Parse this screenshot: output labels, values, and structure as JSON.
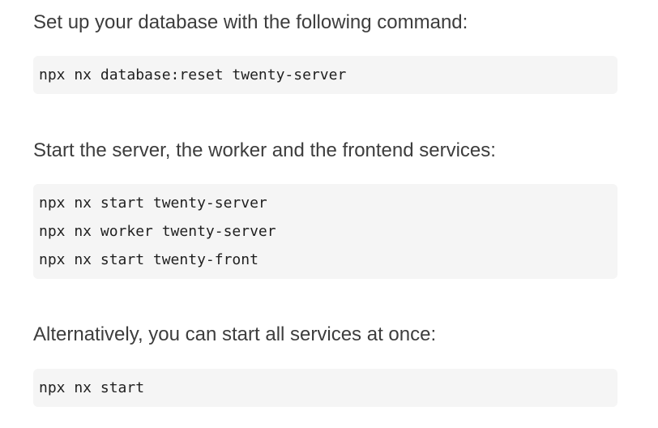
{
  "sections": [
    {
      "text": "Set up your database with the following command:",
      "code": [
        "npx nx database:reset twenty-server"
      ]
    },
    {
      "text": "Start the server, the worker and the frontend services:",
      "code": [
        "npx nx start twenty-server",
        "npx nx worker twenty-server",
        "npx nx start twenty-front"
      ]
    },
    {
      "text": "Alternatively, you can start all services at once:",
      "code": [
        "npx nx start"
      ]
    }
  ]
}
